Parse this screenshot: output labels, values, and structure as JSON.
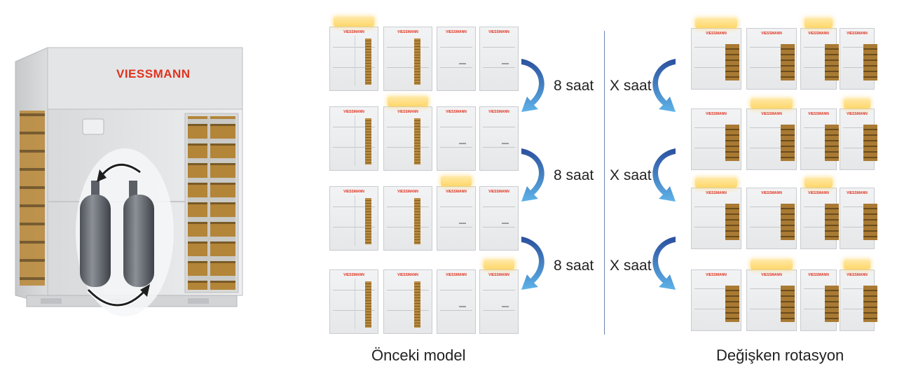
{
  "brand": "VIESSMANN",
  "colors": {
    "brand_red": "#e0321f",
    "arrow_blue": "#3d6fbd",
    "glow_yellow": "#ffd76a",
    "divider": "#6b87a8"
  },
  "left_column": {
    "caption": "Önceki model",
    "step_labels": [
      "8 saat",
      "8 saat",
      "8 saat"
    ]
  },
  "right_column": {
    "caption": "Değişken rotasyon",
    "step_labels": [
      "X saat",
      "X saat",
      "X saat"
    ]
  },
  "icons": {
    "rotation": "curved-arrow-icon",
    "compressor": "compressor-cylinder-icon"
  }
}
